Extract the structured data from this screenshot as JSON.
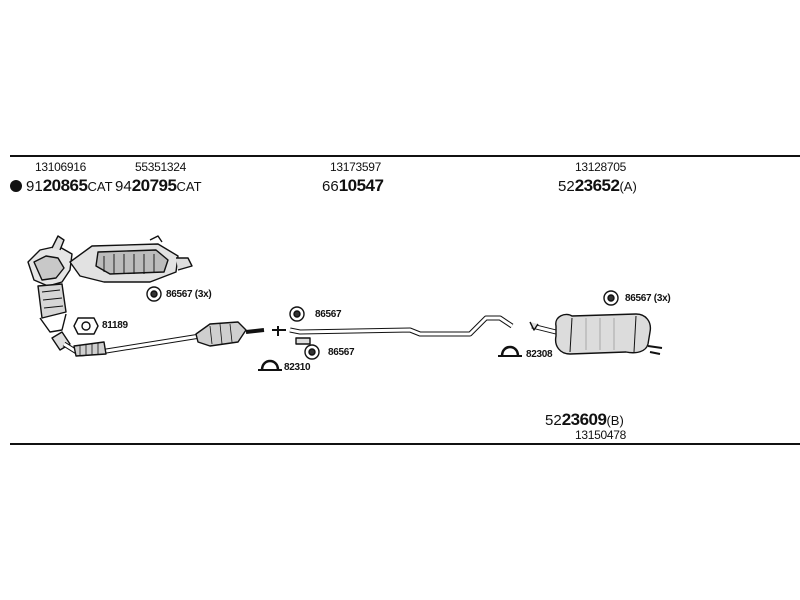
{
  "columns": [
    {
      "oe": "13106916",
      "prefix": "91",
      "bold": "20865",
      "suffix": "CAT"
    },
    {
      "oe": "55351324",
      "prefix": "94",
      "bold": "20795",
      "suffix": "CAT"
    },
    {
      "oe": "13173597",
      "prefix": "66",
      "bold": "10547",
      "suffix": ""
    },
    {
      "oe": "13128705",
      "prefix": "52",
      "bold": "23652",
      "suffix": "(A)"
    }
  ],
  "bottom_part": {
    "prefix": "52",
    "bold": "23609",
    "suffix": "(B)",
    "oe": "13150478"
  },
  "accessories": {
    "rubber_mount_front": "86567 (3x)",
    "rubber_mount_mid_top": "86567",
    "rubber_mount_mid_bottom": "86567",
    "rubber_mount_rear": "86567 (3x)",
    "gasket": "81189",
    "clamp_front": "82310",
    "clamp_rear": "82308"
  }
}
